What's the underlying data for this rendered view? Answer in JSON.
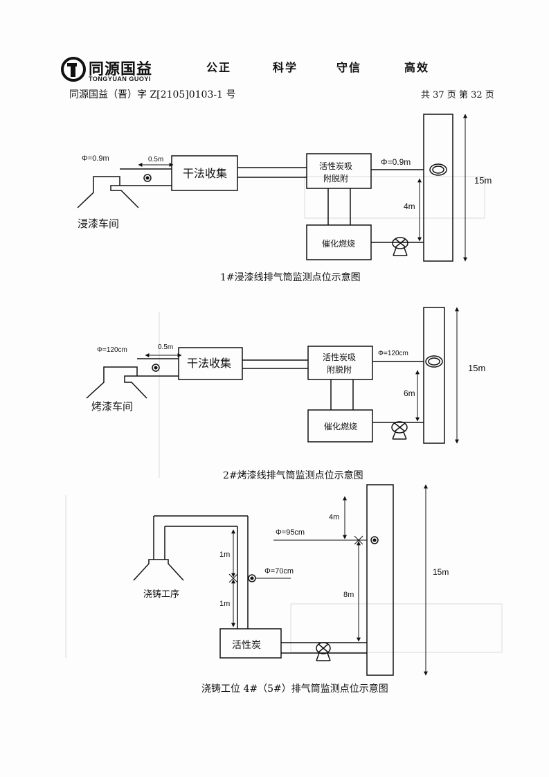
{
  "header": {
    "company_cn": "同源国益",
    "company_en": "TONGYUAN GUOYI",
    "motto": [
      "公正",
      "科学",
      "守信",
      "高效"
    ],
    "doc_number": "同源国益（晋）字 Z[2105]0103-1 号",
    "page_info": "共 37 页  第 32 页"
  },
  "diagram1": {
    "caption": "1#浸漆线排气筒监测点位示意图",
    "workshop": "浸漆车间",
    "inlet_diameter": "Φ=0.9m",
    "distance": "0.5m",
    "dry_collector": "干法收集",
    "activated_carbon": [
      "活性炭吸",
      "附脱附"
    ],
    "catalytic": "催化燃烧",
    "stack_diameter": "Φ=0.9m",
    "sample_height": "4m",
    "stack_height": "15m"
  },
  "diagram2": {
    "caption": "2#烤漆线排气筒监测点位示意图",
    "workshop": "烤漆车间",
    "inlet_diameter": "Φ=120cm",
    "distance": "0.5m",
    "dry_collector": "干法收集",
    "activated_carbon": [
      "活性炭吸",
      "附脱附"
    ],
    "catalytic": "催化燃烧",
    "stack_diameter": "Φ=120cm",
    "sample_height": "6m",
    "stack_height": "15m"
  },
  "diagram3": {
    "caption": "浇铸工位 4#（5#）排气筒监测点位示意图",
    "workshop": "浇铸工序",
    "activated_carbon": "活性炭",
    "inlet_diameter": "Φ=70cm",
    "upper_height": "1m",
    "lower_height": "1m",
    "stack_diameter": "Φ=95cm",
    "top_height": "4m",
    "sample_height": "8m",
    "stack_height": "15m"
  }
}
